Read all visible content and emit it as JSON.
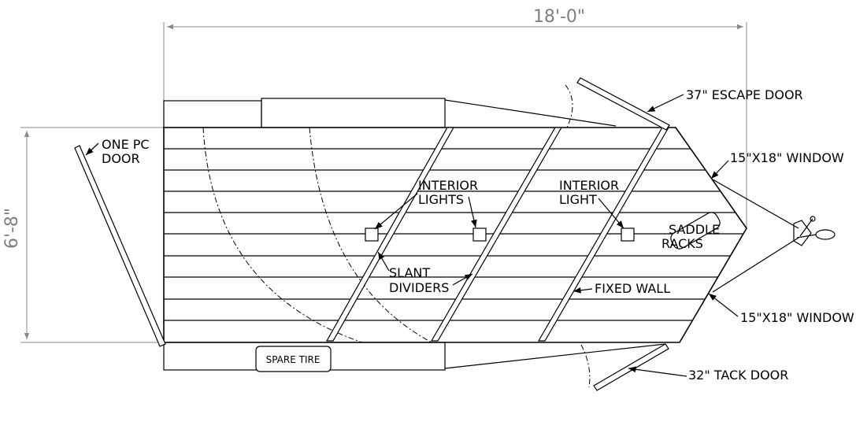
{
  "dimensions": {
    "length": "18'-0\"",
    "height": "6'-8\""
  },
  "labels": {
    "one_pc_door": [
      "ONE PC",
      "DOOR"
    ],
    "escape_door": "37\" ESCAPE DOOR",
    "window_upper": "15\"X18\" WINDOW",
    "window_lower": "15\"X18\" WINDOW",
    "interior_lights": [
      "INTERIOR",
      "LIGHTS"
    ],
    "interior_light": [
      "INTERIOR",
      "LIGHT"
    ],
    "saddle_racks": [
      "SADDLE",
      "RACKS"
    ],
    "slant_dividers": [
      "SLANT",
      "DIVIDERS"
    ],
    "fixed_wall": "FIXED WALL",
    "spare_tire": "SPARE TIRE",
    "tack_door": "32\" TACK DOOR"
  }
}
